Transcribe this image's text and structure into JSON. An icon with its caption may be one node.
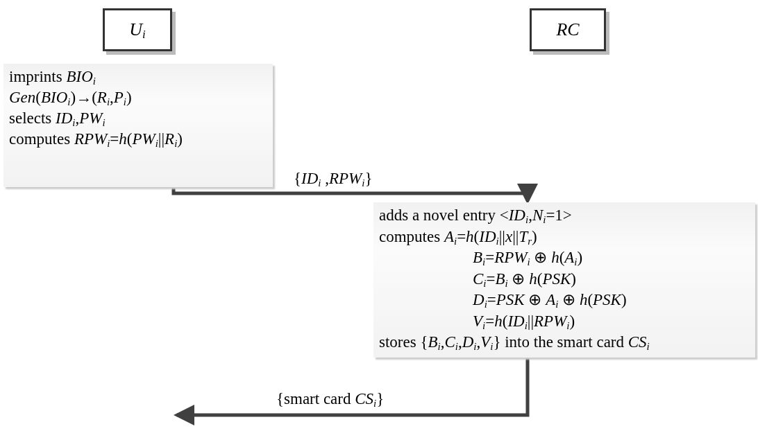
{
  "diagram": {
    "nodes": [
      {
        "text": [
          "*U*$_{i}$"
        ]
      },
      {
        "text": [
          "*RC*"
        ]
      },
      {
        "text": [
          "imprints *BIO*$_{i}$",
          "*Gen*(*BIO*$_{i}$)→(*R*$_{i}$,*P*$_{i}$)",
          "selects *ID*$_{i}$,*PW*$_{i}$",
          "computes *RPW*$_{i}$=*h*(*PW*$_{i}$||*R*$_{i}$)"
        ]
      },
      {
        "text": [
          "adds a novel entry <*ID*$_{i}$,*N*$_{i}$=1>",
          "computes *A*$_{i}$=*h*(*ID*$_{i}$||*x*||*T*$_{r}$)",
          "*B*$_{i}$=*RPW*$_{i}$ ⊕ *h*(*A*$_{i}$)",
          "*C*$_{i}$=*B*$_{i}$ ⊕ *h*(*PSK*)",
          "*D*$_{i}$=*PSK* ⊕ *A*$_{i}$ ⊕ *h*(*PSK*)",
          "*V*$_{i}$=*h*(*ID*$_{i}$||*RPW*$_{i}$)",
          "stores {*B*$_{i}$,*C*$_{i}$,*D*$_{i}$,*V*$_{i}$} into the smart card *CS*$_{i}$"
        ]
      }
    ],
    "edges": [
      {
        "from": 2,
        "to": 3,
        "arrow": "to",
        "label": "{*ID*$_{i}$ ,*RPW*$_{i}$}"
      },
      {
        "from": 3,
        "to": null,
        "arrow": "to",
        "label": "{smart card *CS*$_{i}$}"
      }
    ]
  }
}
